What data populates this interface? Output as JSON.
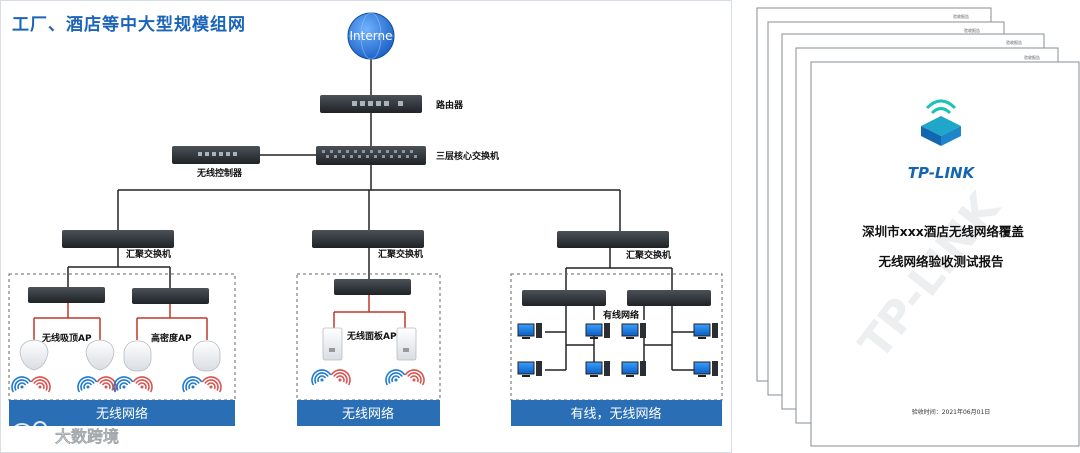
{
  "diagram": {
    "title": "工厂、酒店等中大型规模组网",
    "internet_label": "Interne",
    "router_label": "路由器",
    "core_switch_label": "三层核心交换机",
    "wireless_controller_label": "无线控制器",
    "aggregation_labels": [
      "汇聚交换机",
      "汇聚交换机",
      "汇聚交换机"
    ],
    "ap_labels": {
      "ceiling": "无线吸顶AP",
      "high_density": "高密度AP",
      "panel": "无线面板AP"
    },
    "wired_label": "有线网络",
    "bottom_bars": [
      "无线网络",
      "无线网络",
      "有线，无线网络"
    ],
    "watermark": "大数跨境",
    "colors": {
      "accent_blue": "#2a6fb5",
      "title_blue": "#1b64b8",
      "device_dark": "#2e3338",
      "link_red": "#c0392b",
      "line_black": "#222222"
    }
  },
  "report": {
    "back_page_label": "验收报告",
    "brand": "TP-LINK",
    "title_line1": "深圳市xxx酒店无线网络覆盖",
    "title_line2": "无线网络验收测试报告",
    "date_line": "验收时间：2021年06月01日",
    "watermark_text": "TP-LINK"
  }
}
